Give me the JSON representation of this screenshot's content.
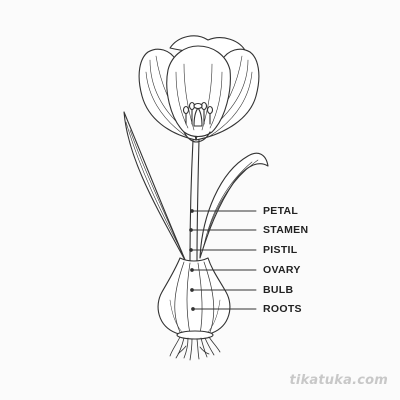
{
  "labels": [
    "PETAL",
    "STAMEN",
    "PISTIL",
    "OVARY",
    "BULB",
    "ROOTS"
  ],
  "watermark": "tikatuka.com",
  "colors": {
    "line": "#333333",
    "background": "#fbfbfb",
    "watermark": "#c8c8c8"
  }
}
